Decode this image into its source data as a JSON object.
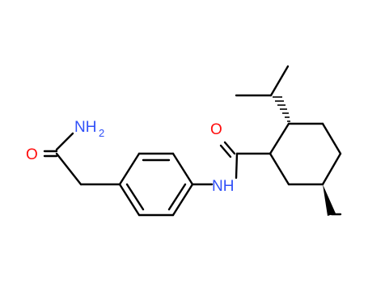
{
  "molecule": {
    "atoms": {
      "amide_oxygen_left": "O",
      "amide_nitrogen_left": "NH",
      "amide_nitrogen_left_sub": "2",
      "amide_nitrogen_center": "NH",
      "amide_oxygen_right": "O"
    },
    "colors": {
      "bond": "#000000",
      "oxygen": "#ff0d0d",
      "nitrogen": "#3050f8"
    }
  }
}
